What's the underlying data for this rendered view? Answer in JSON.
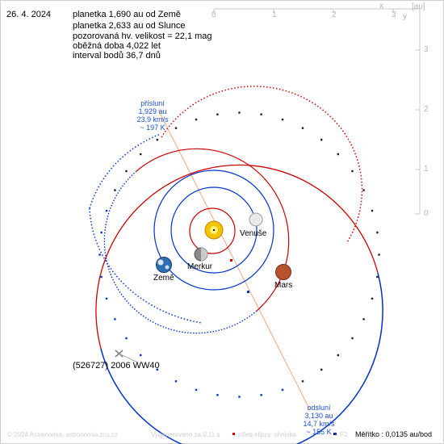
{
  "date": "26. 4. 2024",
  "info_lines": [
    "planetka 1,690 au od Země",
    "planetka 2,633 au od Slunce",
    "pozorovaná hv. velikost = 22,1 mag",
    "oběžná doba 4,022 let",
    "interval bodů 36,7 dnů"
  ],
  "axis": {
    "unit": "[au]",
    "x_letter": "x",
    "y_letter": "y",
    "x_ticks": [
      "0",
      "1",
      "2",
      "3"
    ],
    "y_ticks": [
      "3",
      "2",
      "1",
      "0"
    ]
  },
  "perihelion": [
    "přísluní",
    "1,929 au",
    "23,9 km/s",
    "~ 197 K"
  ],
  "aphelion": [
    "odsluní",
    "3,130 au",
    "14,7 km/s",
    "~ 155 K"
  ],
  "planets": {
    "venus": "Venuše",
    "mercury": "Merkur",
    "earth": "Země",
    "mars": "Mars"
  },
  "asteroid_label": "(526727) 2006 WW40",
  "footer": {
    "copyright": "© 2024 Astronomia, astronomia.zcu.cz",
    "generated": "Vygenerováno za 0,11 s",
    "legend1": "střed elipsy, ohniska",
    "legend2": "F2",
    "scale": "Měřítko : 0,0135 au/bod"
  },
  "colors": {
    "orbit_red": "#cc0000",
    "orbit_blue": "#0033cc",
    "axis_gray": "#b5b5b5",
    "label_blue": "#1a4fd1",
    "apsis_line": "#f4a582"
  }
}
